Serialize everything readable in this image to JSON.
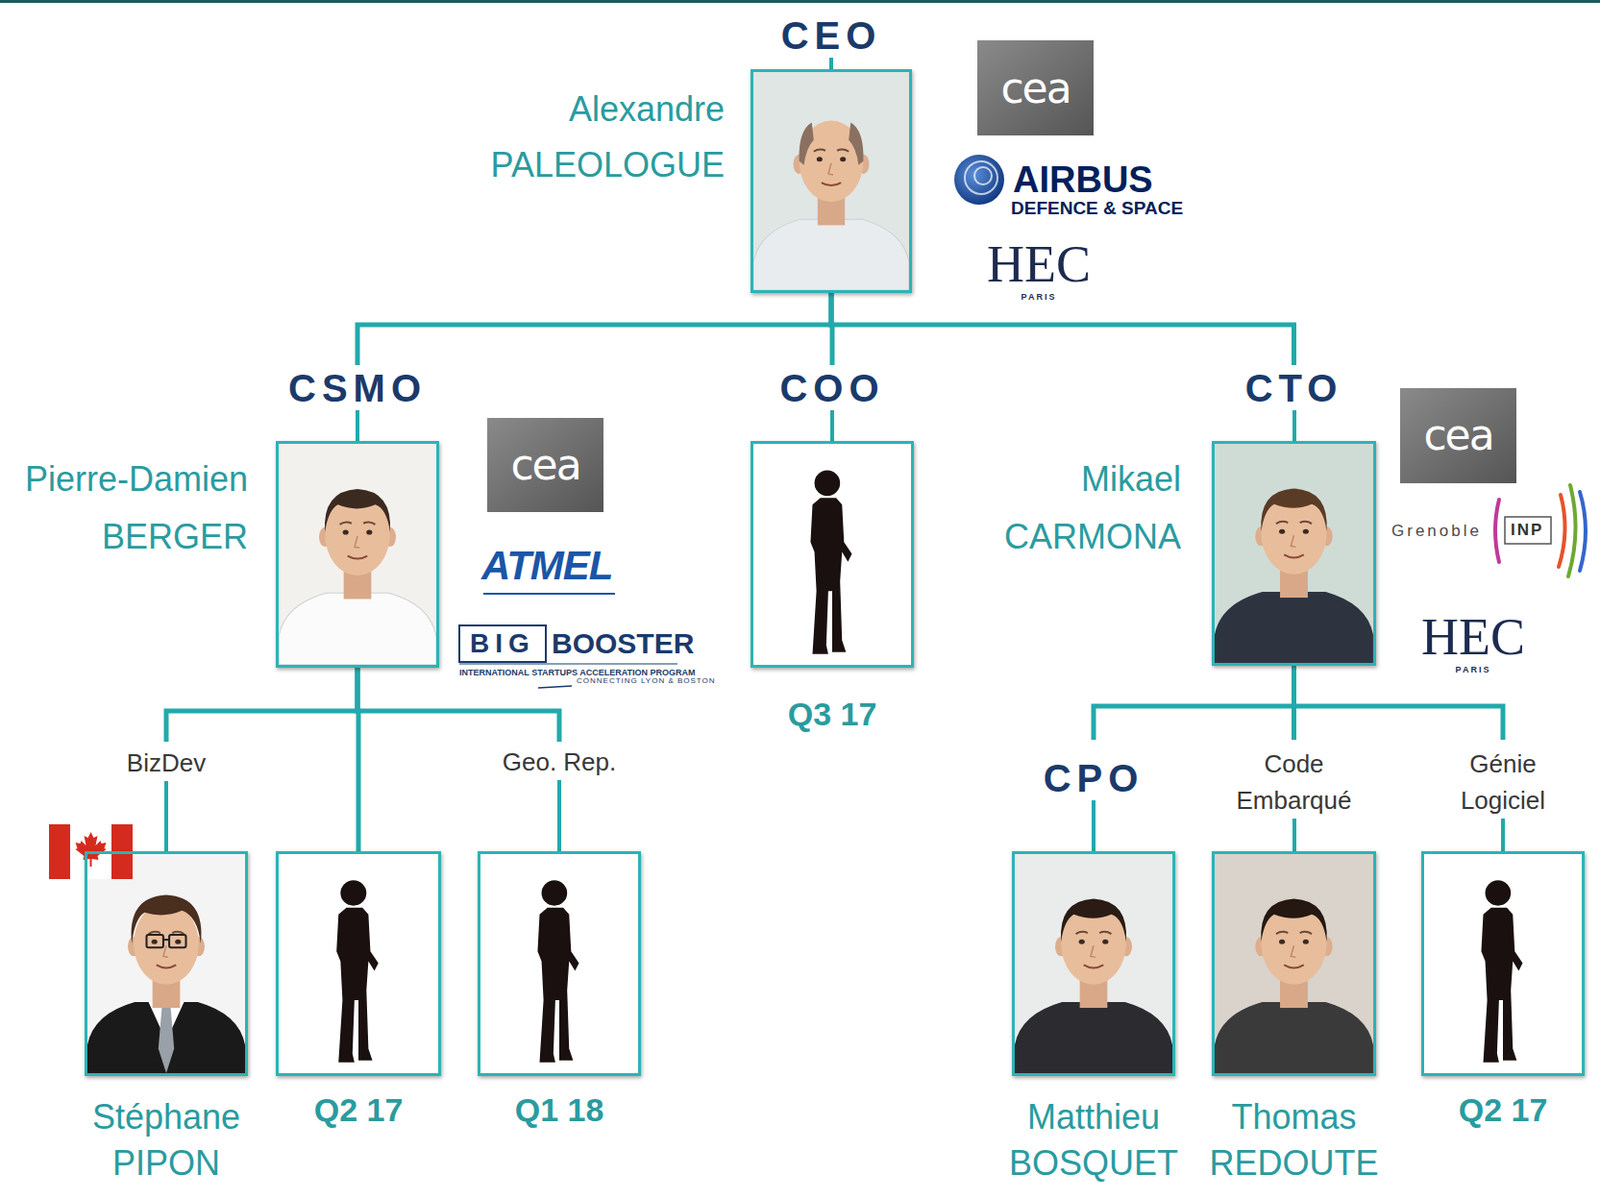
{
  "diagram": {
    "nodes": [
      {
        "text": [
          "CEO",
          "Alexandre PALEOLOGUE"
        ]
      },
      {
        "text": [
          "CSMO",
          "Pierre-Damien BERGER"
        ]
      },
      {
        "text": [
          "COO",
          "Q3 17"
        ]
      },
      {
        "text": [
          "CTO",
          "Mikael CARMONA"
        ]
      },
      {
        "text": [
          "BizDev",
          "Stéphane PIPON"
        ]
      },
      {
        "text": [
          "Q2 17"
        ]
      },
      {
        "text": [
          "Geo. Rep.",
          "Q1 18"
        ]
      },
      {
        "text": [
          "CPO",
          "Matthieu BOSQUET"
        ]
      },
      {
        "text": [
          "Code Embarqué",
          "Thomas REDOUTE"
        ]
      },
      {
        "text": [
          "Génie Logiciel",
          "Q2 17"
        ]
      }
    ],
    "edges": [
      {
        "from": 0,
        "to": 1,
        "arrow": "none"
      },
      {
        "from": 0,
        "to": 2,
        "arrow": "none"
      },
      {
        "from": 0,
        "to": 3,
        "arrow": "none"
      },
      {
        "from": 1,
        "to": 4,
        "arrow": "none"
      },
      {
        "from": 1,
        "to": 5,
        "arrow": "none"
      },
      {
        "from": 1,
        "to": 6,
        "arrow": "none"
      },
      {
        "from": 3,
        "to": 7,
        "arrow": "none"
      },
      {
        "from": 3,
        "to": 8,
        "arrow": "none"
      },
      {
        "from": 3,
        "to": 9,
        "arrow": "none"
      }
    ],
    "labels": [
      "cea",
      "AIRBUS",
      "DEFENCE & SPACE",
      "HEC",
      "PARIS",
      "cea",
      "ATMEL",
      "BIG",
      "BOOSTER",
      "INTERNATIONAL STARTUPS ACCELERATION PROGRAM",
      "CONNECTING LYON & BOSTON",
      "cea",
      "Grenoble",
      "INP",
      "HEC",
      "PARIS"
    ]
  }
}
